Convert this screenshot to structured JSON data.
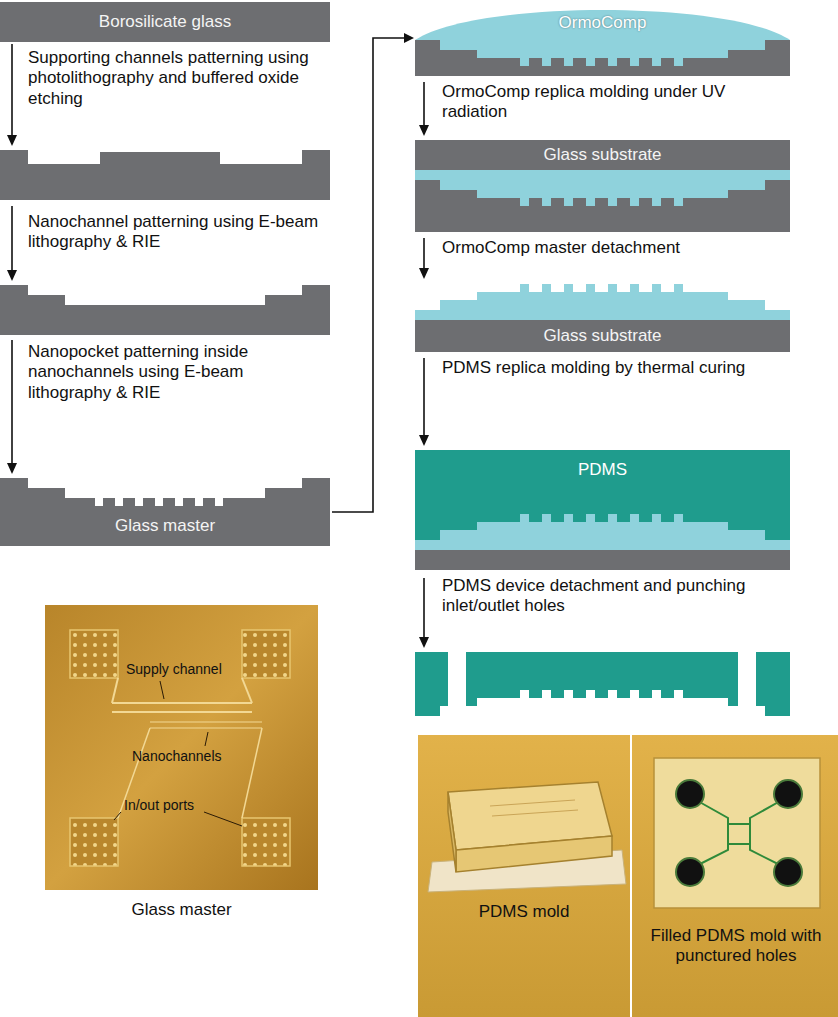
{
  "diagram": {
    "nodes": [
      {
        "text": [
          "Borosilicate glass"
        ]
      },
      {
        "text": [
          "Glass master"
        ]
      },
      {
        "text": [
          "OrmoComp"
        ]
      },
      {
        "text": [
          "Glass substrate"
        ]
      },
      {
        "text": [
          "Glass substrate"
        ]
      },
      {
        "text": [
          "PDMS"
        ]
      }
    ],
    "edges": [
      {
        "from": 1,
        "to": 2,
        "arrow": "to"
      }
    ],
    "labels": [
      "Supporting channels patterning using photolithography and buffered oxide etching",
      "Nanochannel patterning using E-beam lithography & RIE",
      "Nanopocket patterning inside nanochannels using E-beam lithography & RIE",
      "Supply channel",
      "Nanochannels",
      "In/out ports",
      "Glass master",
      "OrmoComp replica molding under UV radiation",
      "OrmoComp master detachment",
      "PDMS replica molding by thermal curing",
      "PDMS device detachment and punching inlet/outlet holes",
      "PDMS mold",
      "Filled PDMS mold with punctured holes"
    ]
  }
}
